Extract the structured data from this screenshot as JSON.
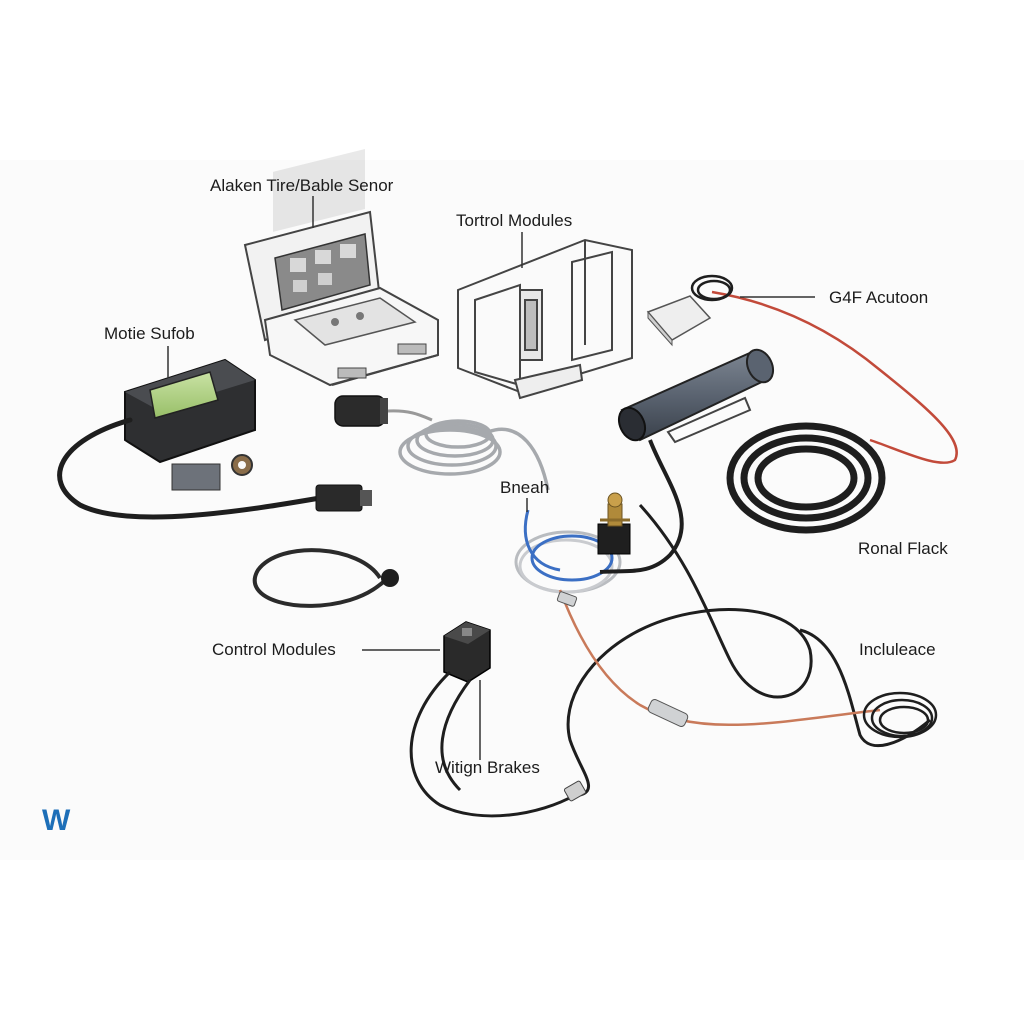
{
  "labels": {
    "tire_sensor": "Alaken Tire/Bable Senor",
    "tortrol_modules": "Tortrol Modules",
    "g4f_acutoon": "G4F Acutoon",
    "motie_sufob": "Motie Sufob",
    "bneah": "Bneah",
    "ronal_flack": "Ronal Flack",
    "control_modules": "Control Modules",
    "incluleace": "Incluleace",
    "witign_brakes": "Witign Brakes"
  },
  "logo": {
    "text": "W",
    "color": "#1d6fb8"
  },
  "colors": {
    "cable_black": "#1e1e1e",
    "cable_red": "#c24a3a",
    "cable_grey": "#9a9da1",
    "cable_blue": "#3b6fc4",
    "leader": "#333333"
  }
}
